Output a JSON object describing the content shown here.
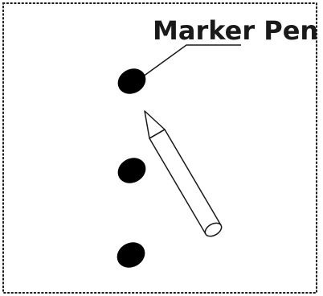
{
  "diagram": {
    "label": "Marker Pen",
    "stroke_color": "#1a1a1a",
    "dot_color": "#000000",
    "border_style": "dotted",
    "dot_count": 3
  }
}
